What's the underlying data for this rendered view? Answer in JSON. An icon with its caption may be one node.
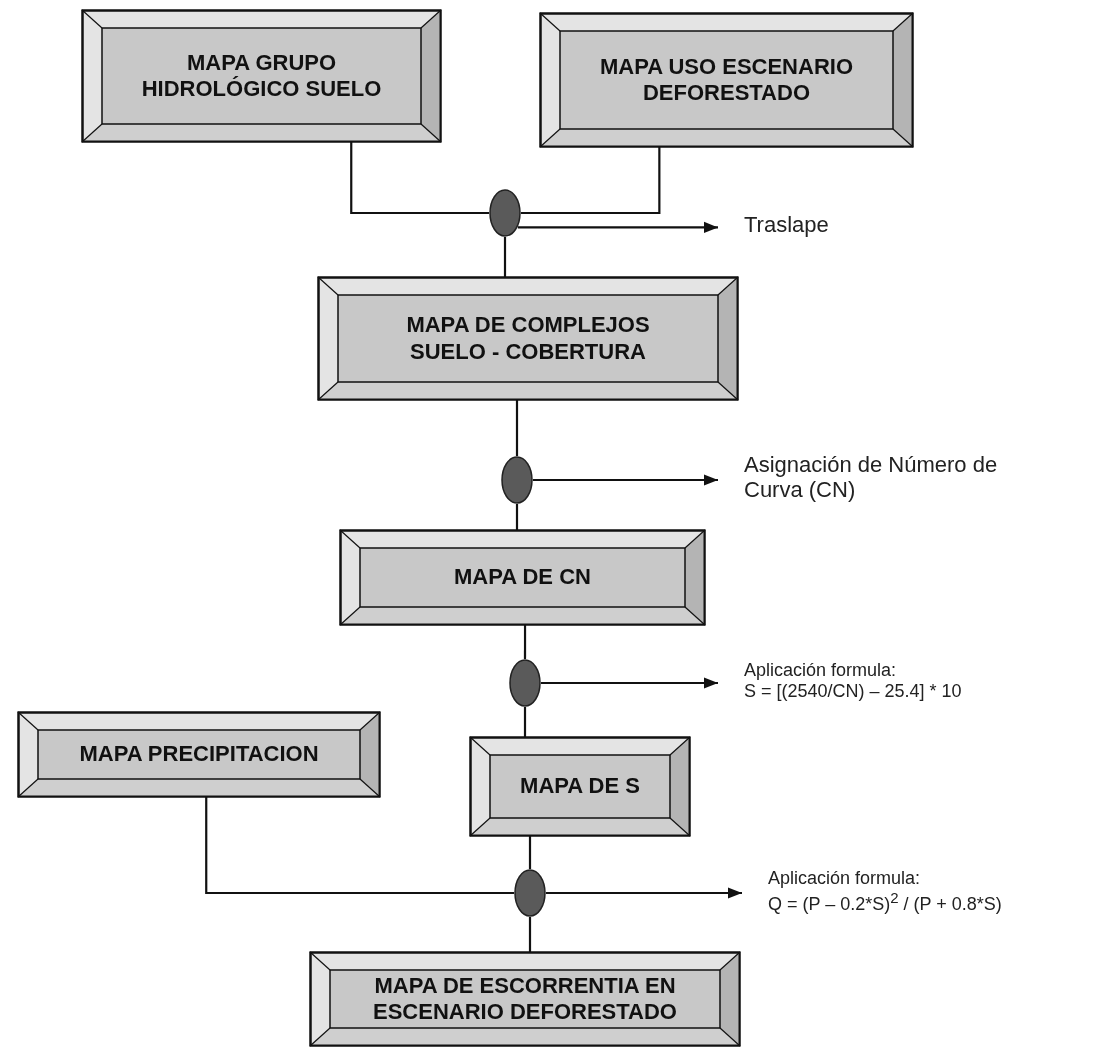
{
  "diagram": {
    "nodes": [
      {
        "text": [
          "MAPA GRUPO HIDROLÓGICO SUELO"
        ]
      },
      {
        "text": [
          "MAPA USO ESCENARIO DEFORESTADO"
        ]
      },
      {
        "text": [],
        "shape": "ellipse"
      },
      {
        "text": [
          "Traslape"
        ]
      },
      {
        "text": [
          "MAPA DE COMPLEJOS SUELO - COBERTURA"
        ]
      },
      {
        "text": [],
        "shape": "ellipse"
      },
      {
        "text": [
          "Asignación de Número de Curva (CN)"
        ]
      },
      {
        "text": [
          "MAPA DE CN"
        ]
      },
      {
        "text": [],
        "shape": "ellipse"
      },
      {
        "text": [
          "Aplicación formula:",
          "S = [(2540/CN) – 25.4] * 10"
        ]
      },
      {
        "text": [
          "MAPA PRECIPITACION"
        ]
      },
      {
        "text": [
          "MAPA DE S"
        ]
      },
      {
        "text": [],
        "shape": "ellipse"
      },
      {
        "text": [
          "Aplicación formula:",
          "Q = (P – 0.2*S)$^{2}$ / (P + 0.8*S)"
        ]
      },
      {
        "text": [
          "MAPA DE ESCORRENTIA EN ESCENARIO DEFORESTADO"
        ]
      }
    ],
    "edges": [
      {
        "from": 0,
        "to": 2,
        "arrow": "none"
      },
      {
        "from": 1,
        "to": 2,
        "arrow": "none"
      },
      {
        "from": 2,
        "to": 4,
        "arrow": "none"
      },
      {
        "from": 2,
        "to": 3,
        "arrow": "to"
      },
      {
        "from": 4,
        "to": 5,
        "arrow": "none"
      },
      {
        "from": 5,
        "to": 6,
        "arrow": "to"
      },
      {
        "from": 5,
        "to": 7,
        "arrow": "none"
      },
      {
        "from": 7,
        "to": 8,
        "arrow": "none"
      },
      {
        "from": 8,
        "to": 9,
        "arrow": "to"
      },
      {
        "from": 8,
        "to": 11,
        "arrow": "none"
      },
      {
        "from": 11,
        "to": 12,
        "arrow": "none"
      },
      {
        "from": 10,
        "to": 12,
        "arrow": "none"
      },
      {
        "from": 12,
        "to": 13,
        "arrow": "to"
      },
      {
        "from": 12,
        "to": 14,
        "arrow": "none"
      }
    ]
  }
}
